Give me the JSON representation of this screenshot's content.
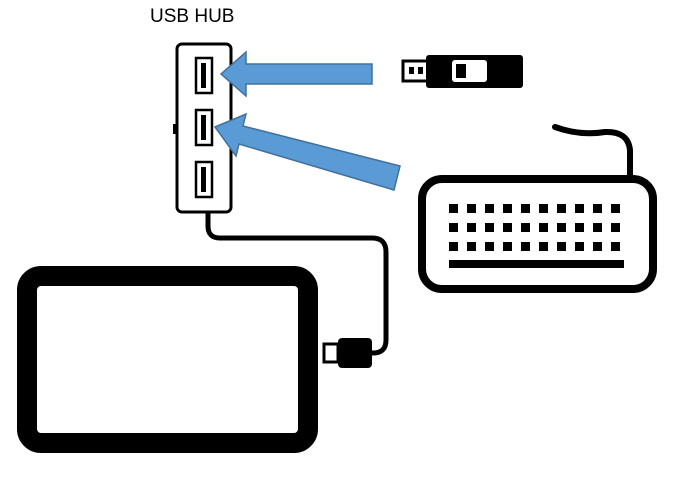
{
  "hub_label": "USB HUB",
  "icons": {
    "hub": "usb-hub-icon",
    "tablet": "tablet-icon",
    "flash_drive": "usb-flash-drive-icon",
    "keyboard": "keyboard-icon",
    "cable": "usb-cable",
    "arrows": "connection-arrow"
  },
  "colors": {
    "outline": "#000000",
    "arrow": "#5b9bd5",
    "arrow_border": "#41719c",
    "background": "#ffffff"
  },
  "connections": [
    {
      "device": "usb-flash-drive-icon",
      "hub_port": 1
    },
    {
      "device": "keyboard-icon",
      "hub_port": 2
    }
  ]
}
